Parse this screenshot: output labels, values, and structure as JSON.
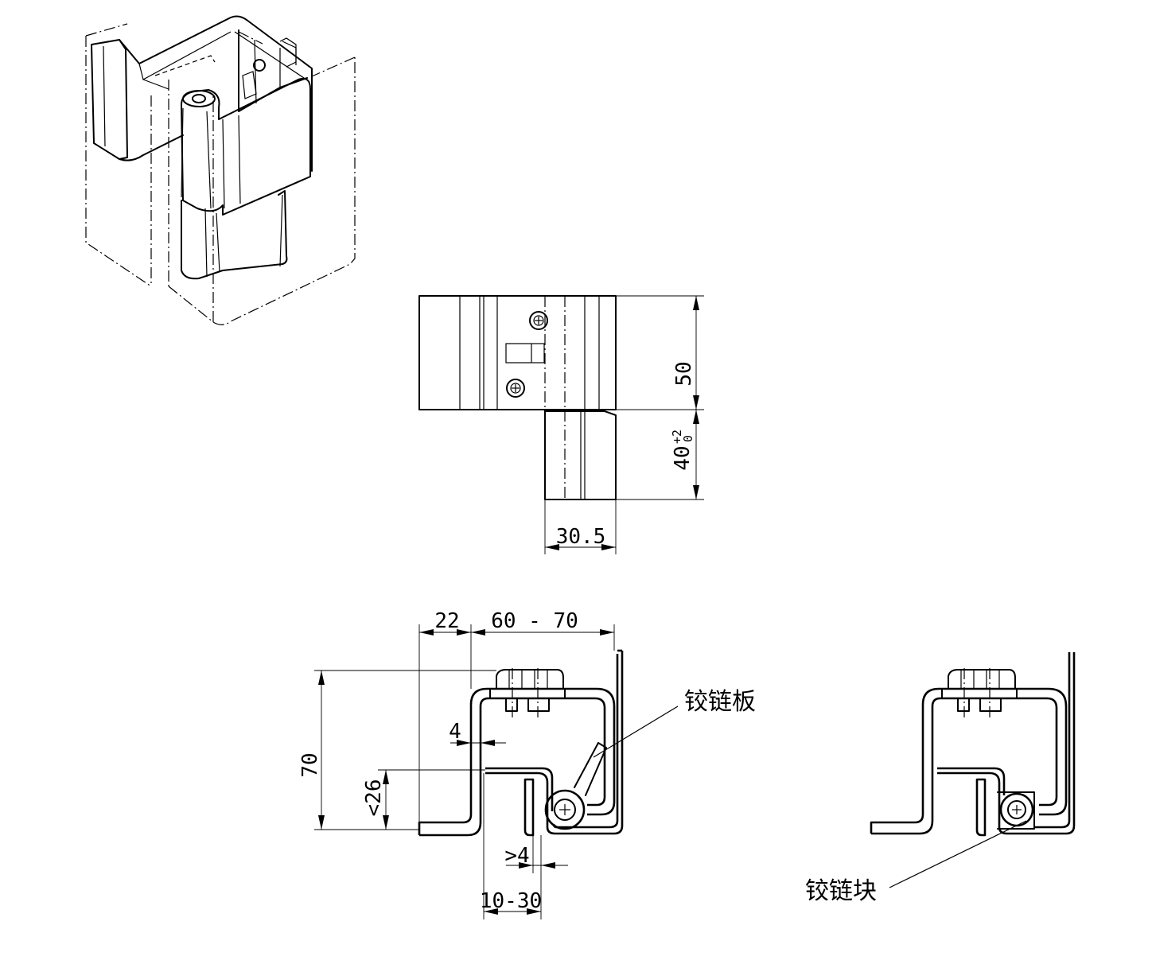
{
  "front_view": {
    "dim_height_upper": "50",
    "dim_height_lower": "40",
    "dim_tol_plus": "+2",
    "dim_tol_minus": "0",
    "dim_width": "30.5"
  },
  "section_view": {
    "dim_top_left": "22",
    "dim_top_right": "60 - 70",
    "dim_height": "70",
    "dim_inner_height": "<26",
    "dim_gap_top": "4",
    "dim_gap_bottom": ">4",
    "dim_bottom_range": "10-30"
  },
  "labels": {
    "hinge_plate": "铰链板",
    "hinge_block": "铰链块"
  },
  "icons": [
    "screw-icon"
  ]
}
